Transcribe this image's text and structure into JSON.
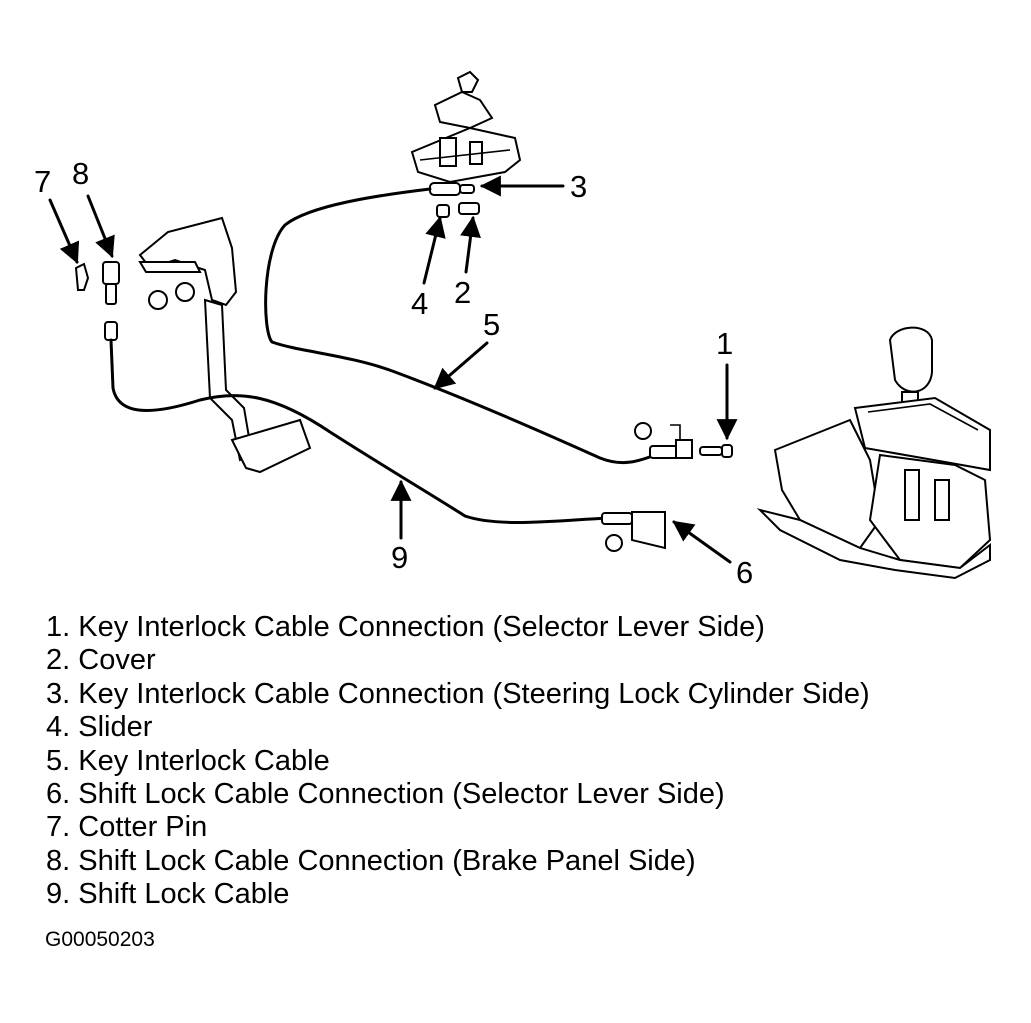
{
  "callouts": [
    {
      "number": "1"
    },
    {
      "number": "2"
    },
    {
      "number": "3"
    },
    {
      "number": "4"
    },
    {
      "number": "5"
    },
    {
      "number": "6"
    },
    {
      "number": "7"
    },
    {
      "number": "8"
    },
    {
      "number": "9"
    }
  ],
  "legend": [
    {
      "number": "1.",
      "text": "Key Interlock Cable Connection (Selector Lever Side)"
    },
    {
      "number": "2.",
      "text": "Cover"
    },
    {
      "number": "3.",
      "text": "Key Interlock Cable Connection (Steering Lock Cylinder Side)"
    },
    {
      "number": "4.",
      "text": "Slider"
    },
    {
      "number": "5.",
      "text": "Key Interlock Cable"
    },
    {
      "number": "6.",
      "text": "Shift Lock Cable Connection (Selector Lever Side)"
    },
    {
      "number": "7.",
      "text": "Cotter Pin"
    },
    {
      "number": "8.",
      "text": "Shift Lock Cable Connection (Brake Panel Side)"
    },
    {
      "number": "9.",
      "text": "Shift Lock Cable"
    }
  ],
  "figure_code": "G00050203"
}
